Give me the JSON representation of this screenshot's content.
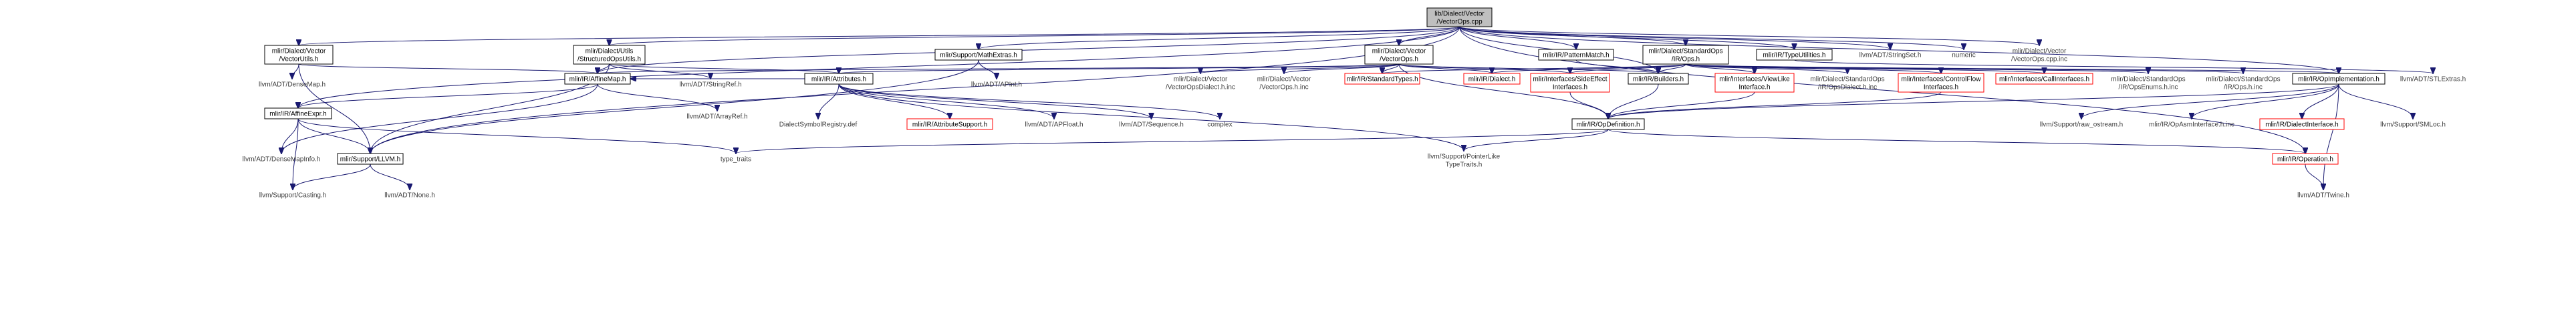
{
  "nodes": [
    {
      "id": "root",
      "lines": [
        "lib/Dialect/Vector",
        "/VectorOps.cpp"
      ],
      "style": "root"
    },
    {
      "id": "vecutils",
      "lines": [
        "mlir/Dialect/Vector",
        "/VectorUtils.h"
      ],
      "style": "box"
    },
    {
      "id": "structops",
      "lines": [
        "mlir/Dialect/Utils",
        "/StructuredOpsUtils.h"
      ],
      "style": "box"
    },
    {
      "id": "mathextras",
      "lines": [
        "mlir/Support/MathExtras.h"
      ],
      "style": "box"
    },
    {
      "id": "vecops_h",
      "lines": [
        "mlir/Dialect/Vector",
        "/VectorOps.h"
      ],
      "style": "box"
    },
    {
      "id": "patternmatch",
      "lines": [
        "mlir/IR/PatternMatch.h"
      ],
      "style": "box"
    },
    {
      "id": "stdops",
      "lines": [
        "mlir/Dialect/StandardOps",
        "/IR/Ops.h"
      ],
      "style": "box"
    },
    {
      "id": "typeutil",
      "lines": [
        "mlir/IR/TypeUtilities.h"
      ],
      "style": "box"
    },
    {
      "id": "stringset",
      "lines": [
        "llvm/ADT/StringSet.h"
      ],
      "style": "plain"
    },
    {
      "id": "numeric",
      "lines": [
        "numeric"
      ],
      "style": "plain"
    },
    {
      "id": "vecopscppinc",
      "lines": [
        "mlir/Dialect/Vector",
        "/VectorOps.cpp.inc"
      ],
      "style": "plain"
    },
    {
      "id": "densemap",
      "lines": [
        "llvm/ADT/DenseMap.h"
      ],
      "style": "plain"
    },
    {
      "id": "affinemap",
      "lines": [
        "mlir/IR/AffineMap.h"
      ],
      "style": "box"
    },
    {
      "id": "stringref",
      "lines": [
        "llvm/ADT/StringRef.h"
      ],
      "style": "plain"
    },
    {
      "id": "attributes",
      "lines": [
        "mlir/IR/Attributes.h"
      ],
      "style": "box"
    },
    {
      "id": "apint",
      "lines": [
        "llvm/ADT/APInt.h"
      ],
      "style": "plain"
    },
    {
      "id": "vecopsdialect",
      "lines": [
        "mlir/Dialect/Vector",
        "/VectorOpsDialect.h.inc"
      ],
      "style": "plain"
    },
    {
      "id": "vecopshinc",
      "lines": [
        "mlir/Dialect/Vector",
        "/VectorOps.h.inc"
      ],
      "style": "plain"
    },
    {
      "id": "stdtypes",
      "lines": [
        "mlir/IR/StandardTypes.h"
      ],
      "style": "red"
    },
    {
      "id": "dialect",
      "lines": [
        "mlir/IR/Dialect.h"
      ],
      "style": "red"
    },
    {
      "id": "sideeffect",
      "lines": [
        "mlir/Interfaces/SideEffect",
        "Interfaces.h"
      ],
      "style": "red"
    },
    {
      "id": "builders",
      "lines": [
        "mlir/IR/Builders.h"
      ],
      "style": "box"
    },
    {
      "id": "viewlike",
      "lines": [
        "mlir/Interfaces/ViewLike",
        "Interface.h"
      ],
      "style": "red"
    },
    {
      "id": "opsdialect",
      "lines": [
        "mlir/Dialect/StandardOps",
        "/IR/OpsDialect.h.inc"
      ],
      "style": "plain"
    },
    {
      "id": "controlflow",
      "lines": [
        "mlir/Interfaces/ControlFlow",
        "Interfaces.h"
      ],
      "style": "red"
    },
    {
      "id": "callif",
      "lines": [
        "mlir/Interfaces/CallInterfaces.h"
      ],
      "style": "red"
    },
    {
      "id": "opsenums",
      "lines": [
        "mlir/Dialect/StandardOps",
        "/IR/OpsEnums.h.inc"
      ],
      "style": "plain"
    },
    {
      "id": "opshinc",
      "lines": [
        "mlir/Dialect/StandardOps",
        "/IR/Ops.h.inc"
      ],
      "style": "plain"
    },
    {
      "id": "opimpl",
      "lines": [
        "mlir/IR/OpImplementation.h"
      ],
      "style": "box"
    },
    {
      "id": "stlextras",
      "lines": [
        "llvm/ADT/STLExtras.h"
      ],
      "style": "plain"
    },
    {
      "id": "affineexpr",
      "lines": [
        "mlir/IR/AffineExpr.h"
      ],
      "style": "box"
    },
    {
      "id": "arrayref",
      "lines": [
        "llvm/ADT/ArrayRef.h"
      ],
      "style": "plain"
    },
    {
      "id": "dsregistry",
      "lines": [
        "DialectSymbolRegistry.def"
      ],
      "style": "plain"
    },
    {
      "id": "attrsupport",
      "lines": [
        "mlir/IR/AttributeSupport.h"
      ],
      "style": "red"
    },
    {
      "id": "apfloat",
      "lines": [
        "llvm/ADT/APFloat.h"
      ],
      "style": "plain"
    },
    {
      "id": "sequence",
      "lines": [
        "llvm/ADT/Sequence.h"
      ],
      "style": "plain"
    },
    {
      "id": "complex",
      "lines": [
        "complex"
      ],
      "style": "plain"
    },
    {
      "id": "opdef",
      "lines": [
        "mlir/IR/OpDefinition.h"
      ],
      "style": "box"
    },
    {
      "id": "rawostream",
      "lines": [
        "llvm/Support/raw_ostream.h"
      ],
      "style": "plain"
    },
    {
      "id": "opasm",
      "lines": [
        "mlir/IR/OpAsmInterface.h.inc"
      ],
      "style": "plain"
    },
    {
      "id": "dialectif",
      "lines": [
        "mlir/IR/DialectInterface.h"
      ],
      "style": "red"
    },
    {
      "id": "smloc",
      "lines": [
        "llvm/Support/SMLoc.h"
      ],
      "style": "plain"
    },
    {
      "id": "densemapinfo",
      "lines": [
        "llvm/ADT/DenseMapInfo.h"
      ],
      "style": "plain"
    },
    {
      "id": "llvm_h",
      "lines": [
        "mlir/Support/LLVM.h"
      ],
      "style": "box"
    },
    {
      "id": "typetraits",
      "lines": [
        "type_traits"
      ],
      "style": "plain"
    },
    {
      "id": "pointerlike",
      "lines": [
        "llvm/Support/PointerLike",
        "TypeTraits.h"
      ],
      "style": "plain"
    },
    {
      "id": "operation",
      "lines": [
        "mlir/IR/Operation.h"
      ],
      "style": "red"
    },
    {
      "id": "casting",
      "lines": [
        "llvm/Support/Casting.h"
      ],
      "style": "plain"
    },
    {
      "id": "none",
      "lines": [
        "llvm/ADT/None.h"
      ],
      "style": "plain"
    },
    {
      "id": "twine",
      "lines": [
        "llvm/ADT/Twine.h"
      ],
      "style": "plain"
    }
  ],
  "edges": [
    [
      "root",
      "vecutils"
    ],
    [
      "root",
      "structops"
    ],
    [
      "root",
      "mathextras"
    ],
    [
      "root",
      "vecops_h"
    ],
    [
      "root",
      "patternmatch"
    ],
    [
      "root",
      "stdops"
    ],
    [
      "root",
      "typeutil"
    ],
    [
      "root",
      "stringset"
    ],
    [
      "root",
      "numeric"
    ],
    [
      "root",
      "vecopscppinc"
    ],
    [
      "root",
      "affinemap"
    ],
    [
      "root",
      "builders"
    ],
    [
      "root",
      "affineexpr"
    ],
    [
      "root",
      "opimpl"
    ],
    [
      "root",
      "llvm_h"
    ],
    [
      "root",
      "operation"
    ],
    [
      "vecutils",
      "densemap"
    ],
    [
      "vecutils",
      "affinemap"
    ],
    [
      "vecutils",
      "llvm_h"
    ],
    [
      "structops",
      "affinemap"
    ],
    [
      "structops",
      "stringref"
    ],
    [
      "structops",
      "attributes"
    ],
    [
      "structops",
      "llvm_h"
    ],
    [
      "mathextras",
      "apint"
    ],
    [
      "mathextras",
      "llvm_h"
    ],
    [
      "vecops_h",
      "affinemap"
    ],
    [
      "vecops_h",
      "attributes"
    ],
    [
      "vecops_h",
      "vecopsdialect"
    ],
    [
      "vecops_h",
      "vecopshinc"
    ],
    [
      "vecops_h",
      "stdtypes"
    ],
    [
      "vecops_h",
      "dialect"
    ],
    [
      "vecops_h",
      "sideeffect"
    ],
    [
      "vecops_h",
      "builders"
    ],
    [
      "vecops_h",
      "opdef"
    ],
    [
      "patternmatch",
      "builders"
    ],
    [
      "stdops",
      "stdtypes"
    ],
    [
      "stdops",
      "dialect"
    ],
    [
      "stdops",
      "sideeffect"
    ],
    [
      "stdops",
      "builders"
    ],
    [
      "stdops",
      "viewlike"
    ],
    [
      "stdops",
      "opsdialect"
    ],
    [
      "stdops",
      "controlflow"
    ],
    [
      "stdops",
      "callif"
    ],
    [
      "stdops",
      "opsenums"
    ],
    [
      "stdops",
      "opshinc"
    ],
    [
      "stdops",
      "opimpl"
    ],
    [
      "typeutil",
      "stlextras"
    ],
    [
      "affinemap",
      "affineexpr"
    ],
    [
      "affinemap",
      "arrayref"
    ],
    [
      "affinemap",
      "densemapinfo"
    ],
    [
      "attributes",
      "dsregistry"
    ],
    [
      "attributes",
      "attrsupport"
    ],
    [
      "attributes",
      "apfloat"
    ],
    [
      "attributes",
      "sequence"
    ],
    [
      "attributes",
      "complex"
    ],
    [
      "attributes",
      "pointerlike"
    ],
    [
      "attributes",
      "affinemap"
    ],
    [
      "sideeffect",
      "opdef"
    ],
    [
      "builders",
      "opdef"
    ],
    [
      "viewlike",
      "opdef"
    ],
    [
      "controlflow",
      "opdef"
    ],
    [
      "opimpl",
      "opdef"
    ],
    [
      "opimpl",
      "rawostream"
    ],
    [
      "opimpl",
      "opasm"
    ],
    [
      "opimpl",
      "dialectif"
    ],
    [
      "opimpl",
      "smloc"
    ],
    [
      "opimpl",
      "twine"
    ],
    [
      "affineexpr",
      "densemapinfo"
    ],
    [
      "affineexpr",
      "llvm_h"
    ],
    [
      "affineexpr",
      "casting"
    ],
    [
      "affineexpr",
      "typetraits"
    ],
    [
      "opdef",
      "operation"
    ],
    [
      "opdef",
      "pointerlike"
    ],
    [
      "opdef",
      "typetraits"
    ],
    [
      "llvm_h",
      "casting"
    ],
    [
      "llvm_h",
      "none"
    ],
    [
      "operation",
      "twine"
    ]
  ]
}
